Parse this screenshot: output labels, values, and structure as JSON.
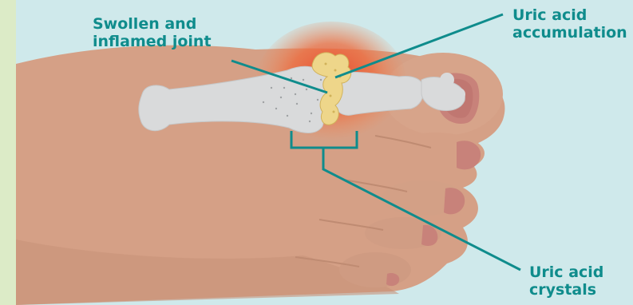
{
  "labels": {
    "swollen_joint": [
      "Swollen and",
      "inflamed joint"
    ],
    "uric_acid_accumulation": [
      "Uric acid",
      "accumulation"
    ],
    "uric_acid_crystals": [
      "Uric acid",
      "crystals"
    ]
  },
  "colors": {
    "background": "#cfe9eb",
    "side_strip": "#dcebc7",
    "skin": "#d5a086",
    "skin_shadow": "#bf8b72",
    "nail": "#c8827a",
    "bone": "#d9dadb",
    "inflammation": "#e8472b",
    "crystal": "#eed68a",
    "callout_line": "#0f8c8c"
  }
}
